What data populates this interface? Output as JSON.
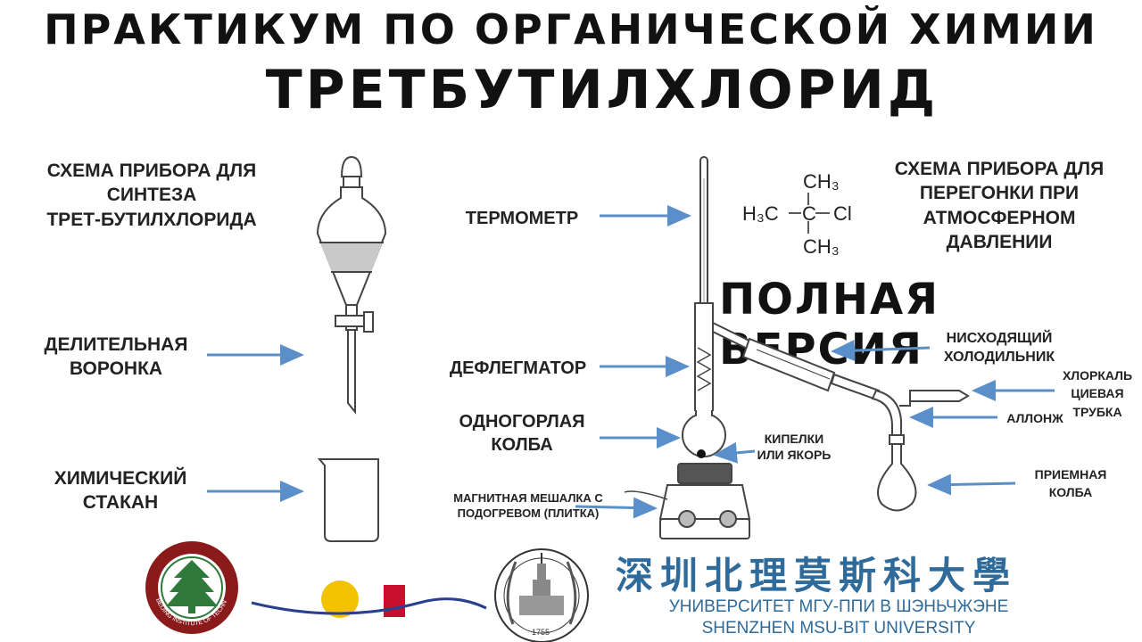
{
  "header": {
    "title_line1": "ПРАКТИКУМ ПО ОРГАНИЧЕСКОЙ ХИМИИ",
    "title_line2": "ТРЕТБУТИЛХЛОРИД"
  },
  "left": {
    "scheme_caption": [
      "СХЕМА ПРИБОРА ДЛЯ",
      "СИНТЕЗА",
      "ТРЕТ-БУТИЛХЛОРИДА"
    ],
    "funnel_label": [
      "ДЕЛИТЕЛЬНАЯ",
      "ВОРОНКА"
    ],
    "beaker_label": [
      "ХИМИЧЕСКИЙ",
      "СТАКАН"
    ]
  },
  "right": {
    "scheme_caption": [
      "СХЕМА ПРИБОРА ДЛЯ",
      "ПЕРЕГОНКИ ПРИ",
      "АТМОСФЕРНОМ",
      "ДАВЛЕНИИ"
    ],
    "full_version": "ПОЛНАЯ ВЕРСИЯ",
    "thermometer": "ТЕРМОМЕТР",
    "dephlegmator": "ДЕФЛЕГМАТОР",
    "flask": [
      "ОДНОГОРЛАЯ",
      "КОЛБА"
    ],
    "boiling": [
      "КИПЕЛКИ",
      "ИЛИ ЯКОРЬ"
    ],
    "stirrer": [
      "МАГНИТНАЯ МЕШАЛКА С",
      "ПОДОГРЕВОМ (ПЛИТКА)"
    ],
    "condenser": [
      "НИСХОДЯЩИЙ",
      "ХОЛОДИЛЬНИК"
    ],
    "cacl2_tube": [
      "ХЛОРКАЛЬ",
      "ЦИЕВАЯ",
      "ТРУБКА"
    ],
    "allonge": "АЛЛОНЖ",
    "receiver": [
      "ПРИЕМНАЯ",
      "КОЛБА"
    ]
  },
  "molecule": {
    "top": "CH3",
    "left": "H3C",
    "right": "Cl",
    "bottom": "CH3",
    "center": "C"
  },
  "footer": {
    "chinese_name": "深圳北理莫斯科大學",
    "russian_name": "УНИВЕРСИТЕТ МГУ-ППИ В ШЭНЬЧЖЭНЕ",
    "english_name": "SHENZHEN MSU-BIT UNIVERSITY",
    "bit_logo_text": "BEIJING INSTITUTE OF TECHNOLOGY",
    "msu_year": "1755"
  },
  "colors": {
    "arrow": "#5b8fc9",
    "brand_blue": "#2e6a9a",
    "bit_green": "#2f7a3a",
    "bit_red": "#8b1a1a",
    "logo_yellow": "#f2c200",
    "logo_red": "#c8102e"
  }
}
